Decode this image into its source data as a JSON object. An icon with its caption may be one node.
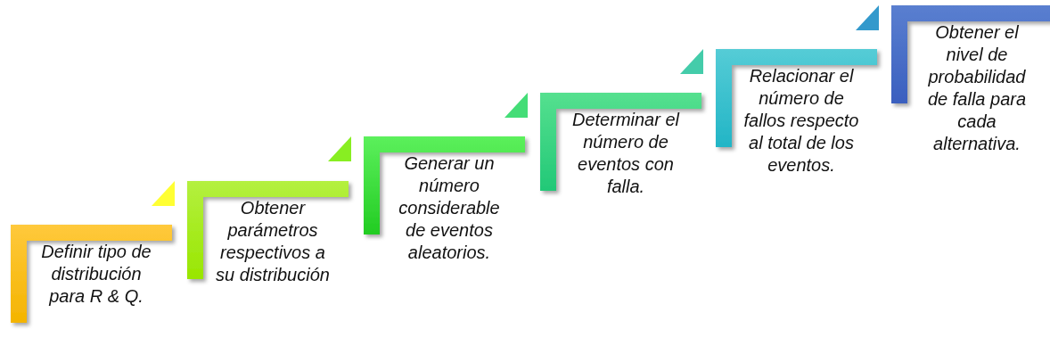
{
  "diagram": {
    "nodes": [
      {
        "text": [
          "Definir tipo de distribución para R & Q."
        ]
      },
      {
        "text": [
          "Obtener parámetros respectivos a su distribución"
        ]
      },
      {
        "text": [
          "Generar un número considerable de eventos aleatorios."
        ]
      },
      {
        "text": [
          "Determinar el número de eventos con falla."
        ]
      },
      {
        "text": [
          "Relacionar el número de fallos respecto al total de los eventos."
        ]
      },
      {
        "text": [
          "Obtener el nivel de probabilidad de falla para cada alternativa."
        ]
      }
    ]
  }
}
